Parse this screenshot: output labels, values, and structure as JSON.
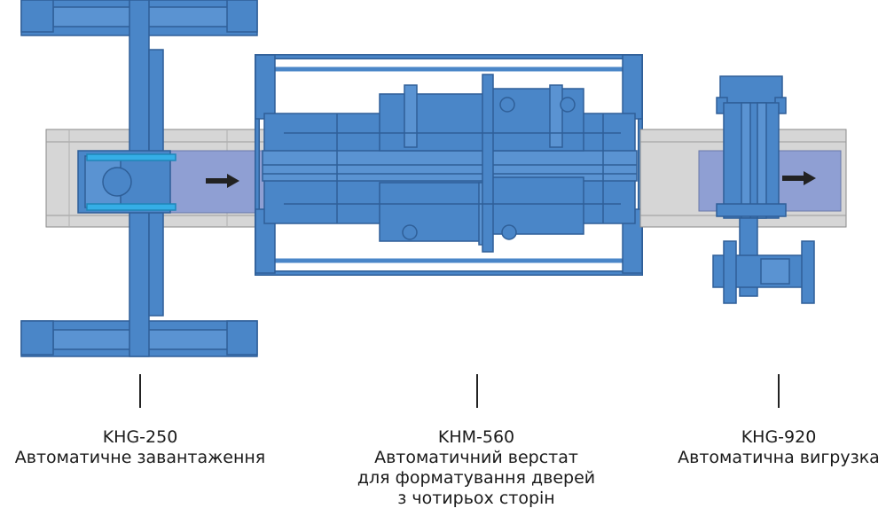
{
  "colors": {
    "machine_blue": "#4a86c8",
    "machine_outline": "#2f5f98",
    "conveyor_gray": "#d6d6d6",
    "panel_lavender": "#8f9fd3",
    "cyan_rail": "#35aee6"
  },
  "machines": [
    {
      "id": "khg250",
      "model": "KHG-250",
      "lines": [
        "Автоматичне завантаження"
      ]
    },
    {
      "id": "khm560",
      "model": "KHM-560",
      "lines": [
        "Автоматичний верстат",
        "для форматування дверей",
        "з чотирьох сторін"
      ]
    },
    {
      "id": "khg920",
      "model": "KHG-920",
      "lines": [
        "Автоматична вигрузка"
      ]
    }
  ]
}
